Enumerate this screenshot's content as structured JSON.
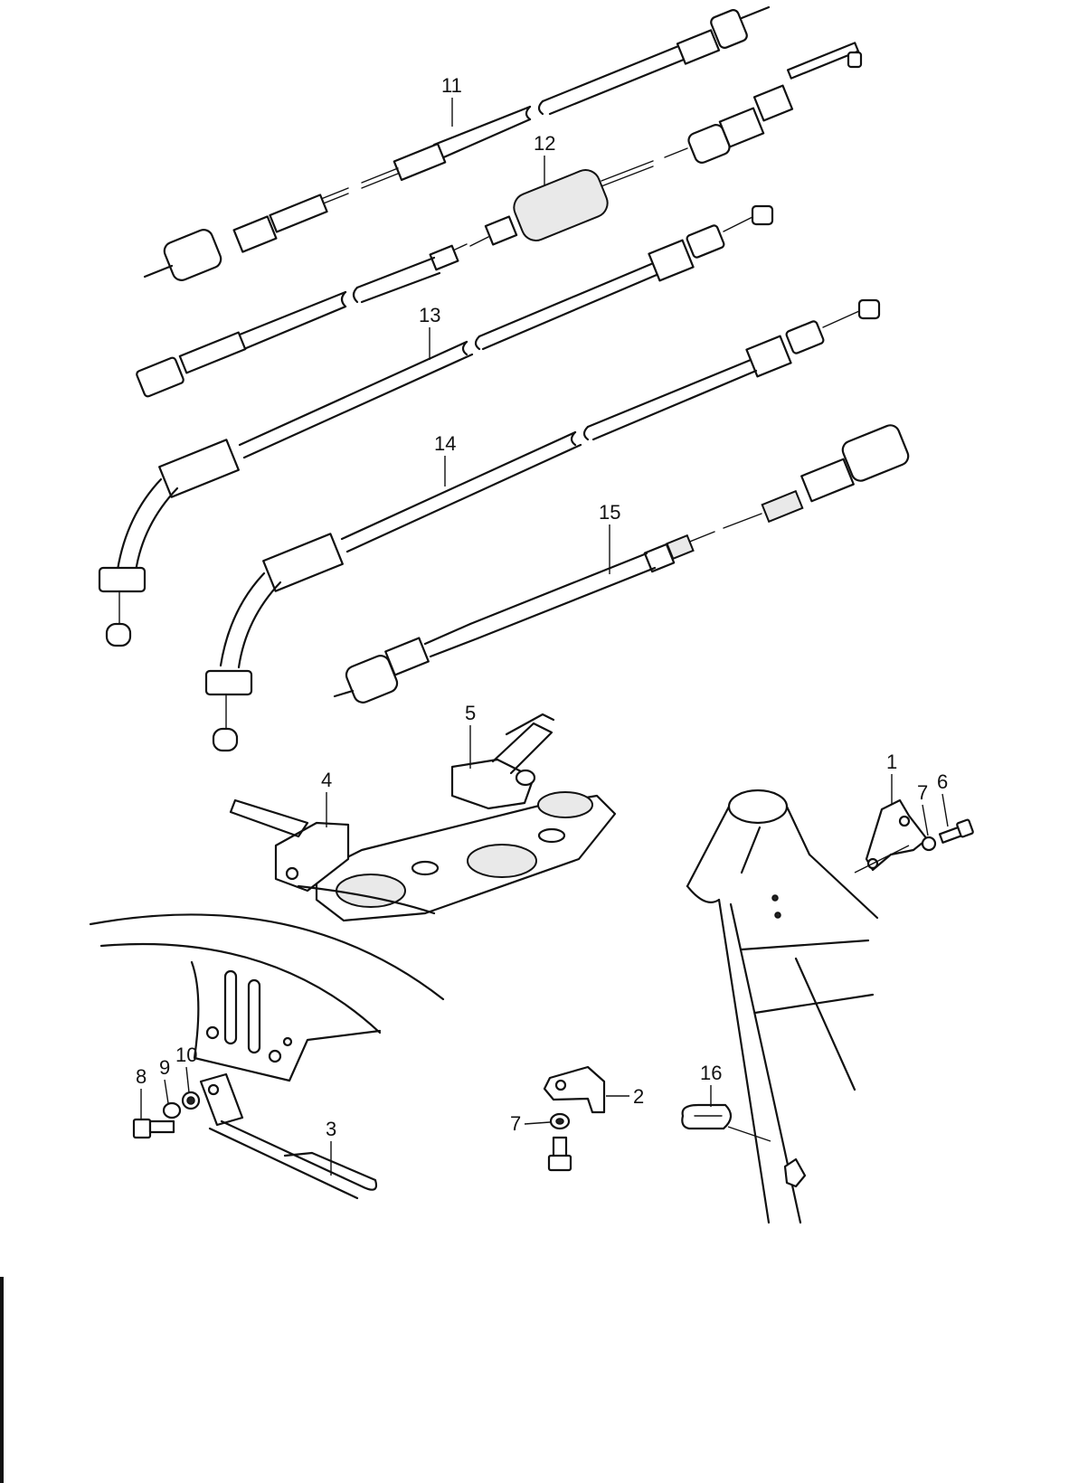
{
  "callouts": {
    "c1": "1",
    "c2": "2",
    "c3": "3",
    "c4": "4",
    "c5": "5",
    "c6": "6",
    "c7a": "7",
    "c7b": "7",
    "c8": "8",
    "c9": "9",
    "c10": "10",
    "c11": "11",
    "c12": "12",
    "c13": "13",
    "c14": "14",
    "c15": "15",
    "c16": "16"
  }
}
